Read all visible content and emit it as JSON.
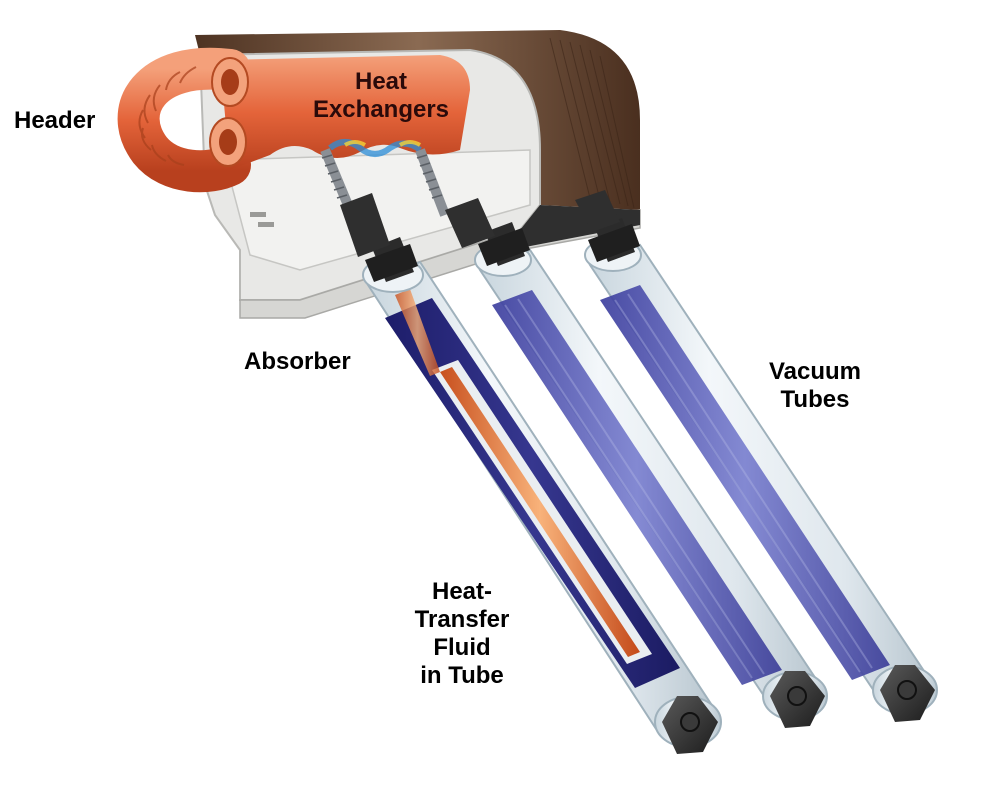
{
  "labels": {
    "header": "Header",
    "heat_exchangers_line1": "Heat",
    "heat_exchangers_line2": "Exchangers",
    "absorber": "Absorber",
    "vacuum_tubes_line1": "Vacuum",
    "vacuum_tubes_line2": "Tubes",
    "fluid_line1": "Heat-",
    "fluid_line2": "Transfer",
    "fluid_line3": "Fluid",
    "fluid_line4": "in Tube"
  },
  "colors": {
    "housing_brown": "#6b4a34",
    "housing_inner": "#e6e6e4",
    "copper": "#e4643a",
    "absorber_blue": "#2a2a8a",
    "absorber_blue_light": "#6f74c6",
    "glass": "#dfe8ee",
    "cap_black": "#2b2b2b"
  },
  "icons": {
    "header_pipe": "coiled-copper-pipe-icon",
    "end_cap": "tube-end-cap-icon"
  }
}
